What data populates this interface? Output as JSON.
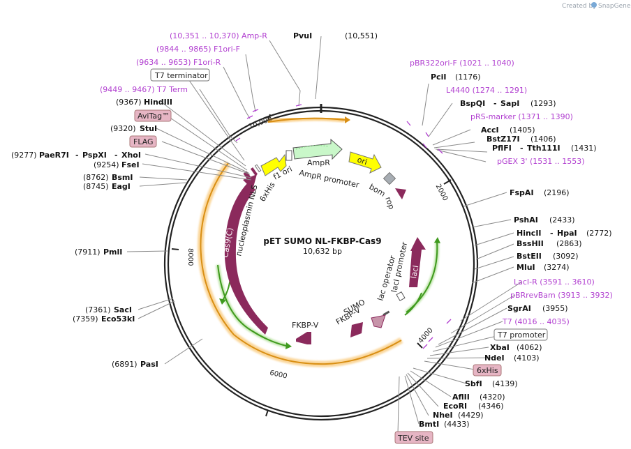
{
  "credit": "Created by",
  "brand": "SnapGene",
  "plasmid": {
    "name": "pET SUMO NL-FKBP-Cas9",
    "length": "10,632 bp"
  },
  "ticks": [
    "10,000",
    "2000",
    "4000",
    "6000",
    "8000"
  ],
  "sites_left": [
    {
      "name": "PvuI",
      "pos": "(10,551)"
    },
    {
      "name": "HindIII",
      "pos": "(9367)"
    },
    {
      "name": "StuI",
      "pos": "(9320)"
    },
    {
      "name": "PaeR7I",
      "pos": "(9277)",
      "extra1": "PspXI",
      "extra2": "XhoI"
    },
    {
      "name": "FseI",
      "pos": "(9254)"
    },
    {
      "name": "BsmI",
      "pos": "(8762)"
    },
    {
      "name": "EagI",
      "pos": "(8745)"
    },
    {
      "name": "PmlI",
      "pos": "(7911)"
    },
    {
      "name": "SacI",
      "pos": "(7361)"
    },
    {
      "name": "Eco53kI",
      "pos": "(7359)"
    },
    {
      "name": "PasI",
      "pos": "(6891)"
    }
  ],
  "sites_right": [
    {
      "name": "PciI",
      "pos": "(1176)"
    },
    {
      "name": "BspQI",
      "pos": "(1293)",
      "extra1": "SapI"
    },
    {
      "name": "AccI",
      "pos": "(1405)"
    },
    {
      "name": "BstZ17I",
      "pos": "(1406)"
    },
    {
      "name": "PflFI",
      "pos": "(1431)",
      "extra1": "Tth111I"
    },
    {
      "name": "FspAI",
      "pos": "(2196)"
    },
    {
      "name": "PshAI",
      "pos": "(2433)"
    },
    {
      "name": "HincII",
      "pos": "(2772)",
      "extra1": "HpaI"
    },
    {
      "name": "BssHII",
      "pos": "(2863)"
    },
    {
      "name": "BstEII",
      "pos": "(3092)"
    },
    {
      "name": "MluI",
      "pos": "(3274)"
    },
    {
      "name": "SgrAI",
      "pos": "(3955)"
    },
    {
      "name": "XbaI",
      "pos": "(4062)"
    },
    {
      "name": "NdeI",
      "pos": "(4103)"
    }
  ],
  "sites_bottom": [
    {
      "name": "SbfI",
      "pos": "(4139)"
    },
    {
      "name": "AflII",
      "pos": "(4320)"
    },
    {
      "name": "EcoRI",
      "pos": "(4346)"
    },
    {
      "name": "NheI",
      "pos": "(4429)"
    },
    {
      "name": "BmtI",
      "pos": "(4433)"
    }
  ],
  "primers": [
    "(10,351 .. 10,370)  Amp-R",
    "(9844 .. 9865)  F1ori-F",
    "(9634 .. 9653)  F1ori-R",
    "(9449 .. 9467)  T7 Term",
    "pBR322ori-F    (1021 .. 1040)",
    "L4440    (1274 .. 1291)",
    "pRS-marker    (1371 .. 1390)",
    "pGEX 3'    (1531 .. 1553)",
    "LacI-R    (3591 .. 3610)",
    "pBRrevBam    (3913 .. 3932)",
    "T7    (4016 .. 4035)"
  ],
  "boxed_labels": [
    "T7 terminator",
    "T7 promoter"
  ],
  "tag_labels": [
    "AviTag™",
    "FLAG",
    "6xHis",
    "TEV site"
  ],
  "features": [
    "ori",
    "AmpR",
    "AmpR promoter",
    "f1 ori",
    "6xHis",
    "nucleoplasmin NLS",
    "Cas9(C)",
    "FKBP-V",
    "SUMO",
    "FKBP-V",
    "lac operator",
    "lacI promoter",
    "lacI",
    "bom",
    "rop"
  ],
  "colors": {
    "primer": "#b13fd0",
    "feature_dark": "#8b2a5c",
    "ori_yellow": "#ffff00",
    "orf_orange": "#f5a623",
    "green": "#5cb82f",
    "tag_fill": "#e6b5c4"
  }
}
